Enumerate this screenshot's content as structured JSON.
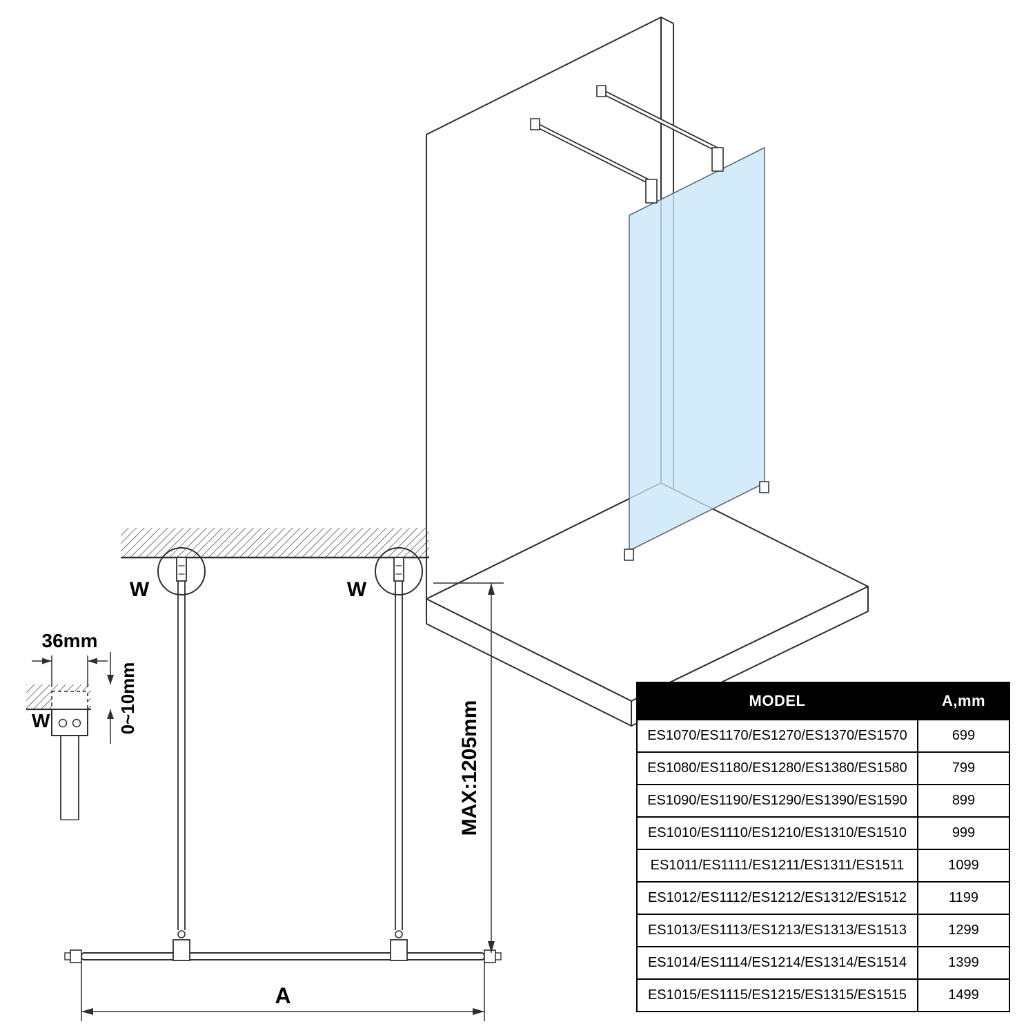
{
  "iso": {
    "glass_color": "#c8e6f8",
    "line_color": "#2f2f2f"
  },
  "front": {
    "w_left": "W",
    "w_right": "W",
    "max_label": "MAX:1205mm",
    "width_label": "A",
    "detail_width": "36mm",
    "detail_gap": "0~10mm",
    "detail_w": "W"
  },
  "table": {
    "header_model": "MODEL",
    "header_a": "A,mm",
    "rows": [
      {
        "model": "ES1070/ES1170/ES1270/ES1370/ES1570",
        "a": "699"
      },
      {
        "model": "ES1080/ES1180/ES1280/ES1380/ES1580",
        "a": "799"
      },
      {
        "model": "ES1090/ES1190/ES1290/ES1390/ES1590",
        "a": "899"
      },
      {
        "model": "ES1010/ES1110/ES1210/ES1310/ES1510",
        "a": "999"
      },
      {
        "model": "ES1011/ES1111/ES1211/ES1311/ES1511",
        "a": "1099"
      },
      {
        "model": "ES1012/ES1112/ES1212/ES1312/ES1512",
        "a": "1199"
      },
      {
        "model": "ES1013/ES1113/ES1213/ES1313/ES1513",
        "a": "1299"
      },
      {
        "model": "ES1014/ES1114/ES1214/ES1314/ES1514",
        "a": "1399"
      },
      {
        "model": "ES1015/ES1115/ES1215/ES1315/ES1515",
        "a": "1499"
      }
    ]
  }
}
